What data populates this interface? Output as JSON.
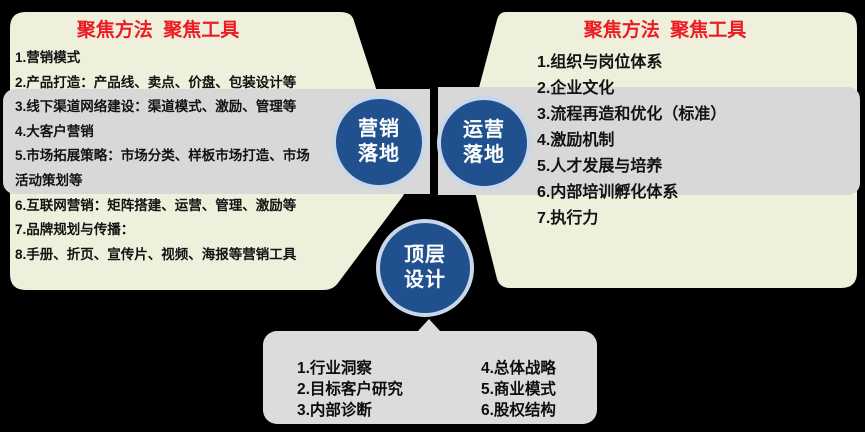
{
  "colors": {
    "background": "#000000",
    "panel_fill": "#eff0dc",
    "band_fill": "#d8d8d8",
    "bottom_box_fill": "#dcdcdc",
    "circle_fill": "#21508e",
    "circle_ring": "#c9d7ea",
    "header_red": "#ed1c24",
    "text": "#121212",
    "circle_text": "#ffffff"
  },
  "left_panel": {
    "header": "聚焦方法  聚焦工具",
    "items": [
      "1.营销模式",
      "2.产品打造：产品线、卖点、价盘、包装设计等",
      "3.线下渠道网络建设：渠道模式、激励、管理等",
      "4.大客户营销",
      "5.市场拓展策略：市场分类、样板市场打造、市场活动策划等",
      "6.互联网营销：矩阵搭建、运营、管理、激励等",
      "7.品牌规划与传播：",
      "8.手册、折页、宣传片、视频、海报等营销工具"
    ]
  },
  "right_panel": {
    "header": "聚焦方法  聚焦工具",
    "items": [
      "1.组织与岗位体系",
      "2.企业文化",
      "3.流程再造和优化（标准）",
      "4.激励机制",
      "5.人才发展与培养",
      "6.内部培训孵化体系",
      "7.执行力"
    ]
  },
  "circles": {
    "marketing": {
      "line1": "营销",
      "line2": "落地"
    },
    "operations": {
      "line1": "运营",
      "line2": "落地"
    },
    "design": {
      "line1": "顶层",
      "line2": "设计"
    }
  },
  "bottom_panel": {
    "left_items": [
      "1.行业洞察",
      "2.目标客户研究",
      "3.内部诊断"
    ],
    "right_items": [
      "4.总体战略",
      "5.商业模式",
      "6.股权结构"
    ]
  }
}
